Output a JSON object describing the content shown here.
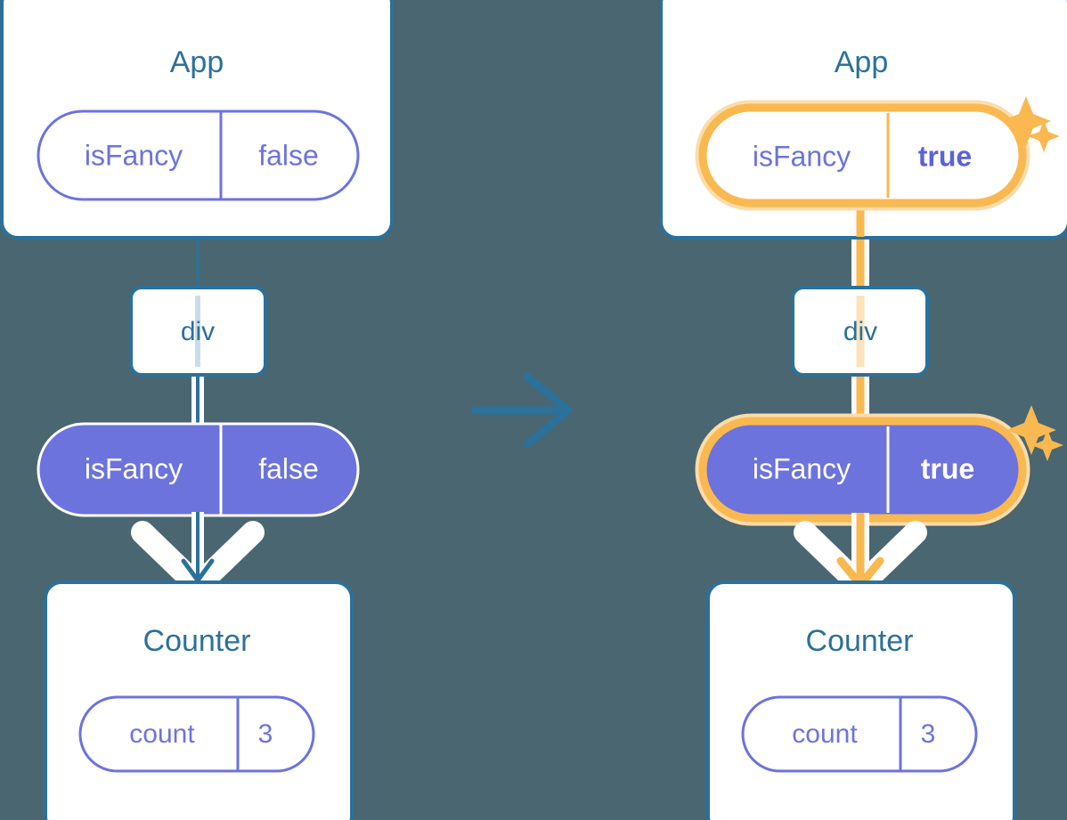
{
  "meta": {
    "title": "React state update propagation diagram",
    "background_color": "#4a6670"
  },
  "colors": {
    "box_border": "#2b7199",
    "box_fill": "#ffffff",
    "label_blue": "#2b7199",
    "pill_purple": "#6c73dd",
    "pill_purple_fill": "#6c73dd",
    "highlight_orange": "#f9b950",
    "highlight_orange_soft": "#fbdcab",
    "white": "#ffffff",
    "line_blue_light": "#c9dced"
  },
  "transition_arrow": {
    "icon": "arrow-right-icon",
    "color": "#2b7199"
  },
  "panels": [
    {
      "id": "before",
      "app": {
        "title": "App",
        "state_pill": {
          "name": "isFancy",
          "value": "false",
          "style": "outline",
          "highlighted": false,
          "bold_value": false
        }
      },
      "div": {
        "label": "div"
      },
      "prop_pill": {
        "name": "isFancy",
        "value": "false",
        "style": "filled",
        "highlighted": false,
        "bold_value": false
      },
      "counter": {
        "title": "Counter",
        "state_pill": {
          "name": "count",
          "value": "3",
          "style": "outline",
          "highlighted": false
        }
      },
      "flow_color": "#2b7199",
      "sparkles": false
    },
    {
      "id": "after",
      "app": {
        "title": "App",
        "state_pill": {
          "name": "isFancy",
          "value": "true",
          "style": "outline",
          "highlighted": true,
          "bold_value": true
        }
      },
      "div": {
        "label": "div"
      },
      "prop_pill": {
        "name": "isFancy",
        "value": "true",
        "style": "filled",
        "highlighted": true,
        "bold_value": true
      },
      "counter": {
        "title": "Counter",
        "state_pill": {
          "name": "count",
          "value": "3",
          "style": "outline",
          "highlighted": false
        }
      },
      "flow_color": "#f9b950",
      "sparkles": true
    }
  ]
}
